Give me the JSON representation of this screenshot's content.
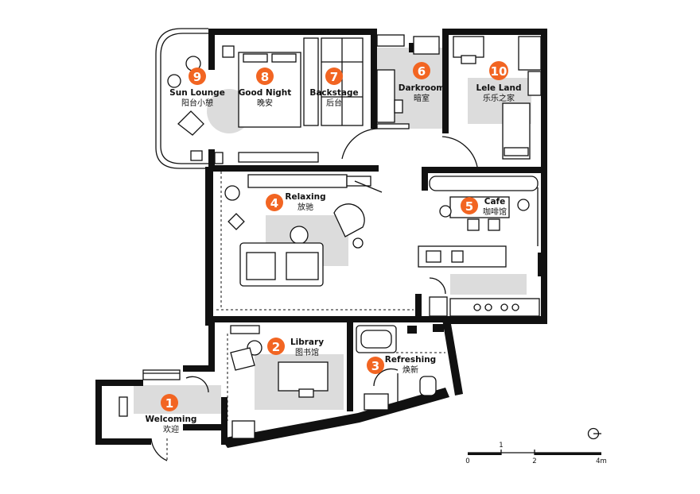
{
  "rooms": [
    {
      "number": "1",
      "name": "Welcoming",
      "name_zh": "欢迎"
    },
    {
      "number": "2",
      "name": "Library",
      "name_zh": "图书馆"
    },
    {
      "number": "3",
      "name": "Refreshing",
      "name_zh": "焕新"
    },
    {
      "number": "4",
      "name": "Relaxing",
      "name_zh": "放驰"
    },
    {
      "number": "5",
      "name": "Cafe",
      "name_zh": "咖啡馆"
    },
    {
      "number": "6",
      "name": "Darkroom",
      "name_zh": "暗室"
    },
    {
      "number": "7",
      "name": "Backstage",
      "name_zh": "后台"
    },
    {
      "number": "8",
      "name": "Good Night",
      "name_zh": "晚安"
    },
    {
      "number": "9",
      "name": "Sun Lounge",
      "name_zh": "阳台小憩"
    },
    {
      "number": "10",
      "name": "Lele Land",
      "name_zh": "乐乐之家"
    }
  ],
  "scale_bar": {
    "ticks": [
      "0",
      "1",
      "2",
      "4m"
    ]
  },
  "colors": {
    "badge": "#f26522",
    "wall": "#111111",
    "rug": "#dcdcdc"
  },
  "icons": {
    "north": "north-arrow-icon"
  }
}
